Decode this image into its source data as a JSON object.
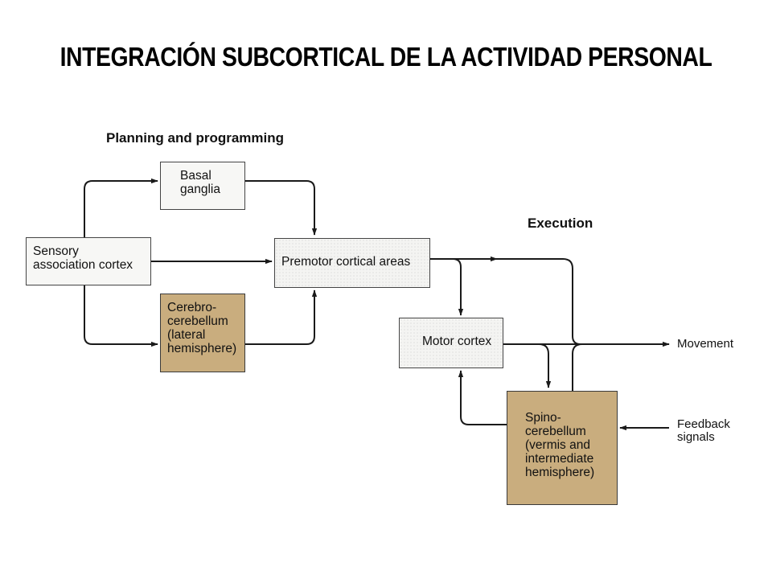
{
  "title": "INTEGRACIÓN SUBCORTICAL DE LA ACTIVIDAD PERSONAL",
  "diagram": {
    "section_planning": "Planning and programming",
    "section_execution": "Execution",
    "nodes": {
      "basal_ganglia": "Basal\nganglia",
      "sensory_cortex": "Sensory\nassociation cortex",
      "premotor": "Premotor cortical areas",
      "cerebrocerebellum": "Cerebro-\ncerebellum\n(lateral\nhemisphere)",
      "motor_cortex": "Motor cortex",
      "spinocerebellum": "Spino-\ncerebellum\n(vermis and\nintermediate\nhemisphere)"
    },
    "outputs": {
      "movement": "Movement",
      "feedback": "Feedback\nsignals"
    },
    "colors": {
      "cerebellum_fill": "#c9ad7e",
      "box_fill": "#f7f7f5",
      "line": "#1a1a1a"
    }
  }
}
